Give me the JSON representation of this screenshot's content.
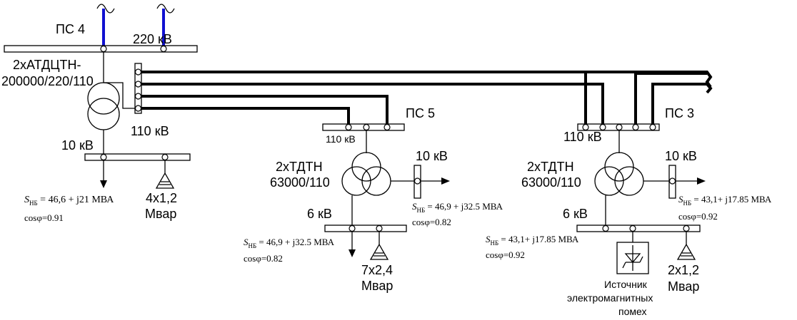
{
  "ps4": {
    "name": "ПС 4",
    "voltage_hv": "220 кВ",
    "transformer_line1": "2хАТДЦТН-",
    "transformer_line2": "200000/220/110",
    "voltage_mv": "110 кВ",
    "voltage_lv": "10 кВ",
    "load_s": "46,6 + j21 МВА",
    "load_cos": "cosφ=0.91",
    "comp_line1": "4х1,2",
    "comp_line2": "Мвар"
  },
  "ps5": {
    "name": "ПС 5",
    "voltage_hv": "110 кВ",
    "transformer_line1": "2хТДТН",
    "transformer_line2": "63000/110",
    "voltage_mv": "10 кВ",
    "load_mv_s": "46,9 + j32.5 МВА",
    "load_mv_cos": "cosφ=0.82",
    "voltage_lv": "6 кВ",
    "load_lv_s": "46,9 + j32.5 МВА",
    "load_lv_cos": "cosφ=0.82",
    "comp_line1": "7х2,4",
    "comp_line2": "Мвар"
  },
  "ps3": {
    "name": "ПС 3",
    "voltage_hv": "110 кВ",
    "transformer_line1": "2хТДТН",
    "transformer_line2": "63000/110",
    "voltage_mv": "10 кВ",
    "load_mv_s": "43,1+ j17.85 МВА",
    "load_mv_cos": "cosφ=0.92",
    "voltage_lv": "6 кВ",
    "load_lv_s": "43,1+ j17.85 МВА",
    "load_lv_cos": "cosφ=0.92",
    "comp_line1": "2х1,2",
    "comp_line2": "Мвар",
    "source_line1": "Источник",
    "source_line2": "электромагнитных",
    "source_line3": "помех"
  },
  "load_symbol": "S",
  "load_subscript": "НБ",
  "load_eq": " = "
}
